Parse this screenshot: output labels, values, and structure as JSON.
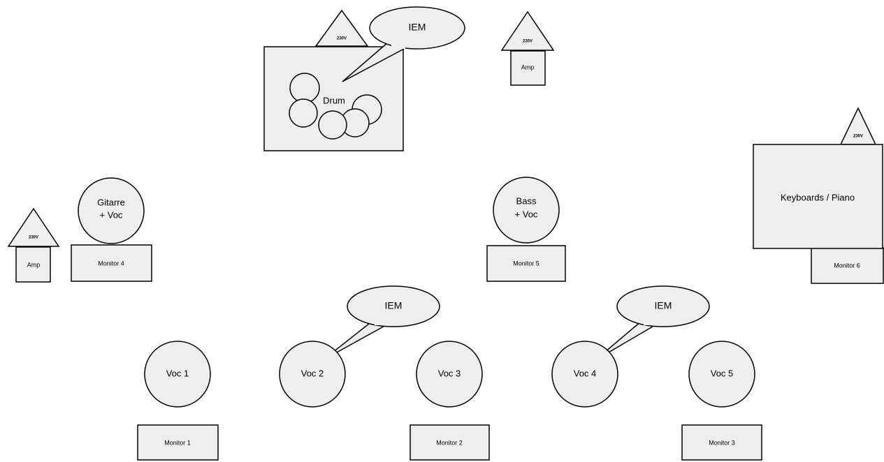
{
  "power": {
    "label": "230V"
  },
  "amp": {
    "label": "Amp"
  },
  "drum": {
    "label": "Drum",
    "iem_label": "IEM"
  },
  "guitar": {
    "label_line1": "Gitarre",
    "label_line2": "+ Voc",
    "monitor": "Monitor 4"
  },
  "bass": {
    "label_line1": "Bass",
    "label_line2": "+ Voc",
    "monitor": "Monitor 5"
  },
  "keys": {
    "label": "Keyboards / Piano",
    "monitor": "Monitor 6"
  },
  "vocals": [
    {
      "label": "Voc 1"
    },
    {
      "label": "Voc 2",
      "iem_label": "IEM"
    },
    {
      "label": "Voc 3"
    },
    {
      "label": "Voc 4",
      "iem_label": "IEM"
    },
    {
      "label": "Voc 5"
    }
  ],
  "front_monitors": [
    "Monitor 1",
    "Monitor 2",
    "Monitor 3"
  ],
  "colors": {
    "fill": "#eeeeee",
    "stroke": "#000000",
    "background": "#ffffff"
  }
}
